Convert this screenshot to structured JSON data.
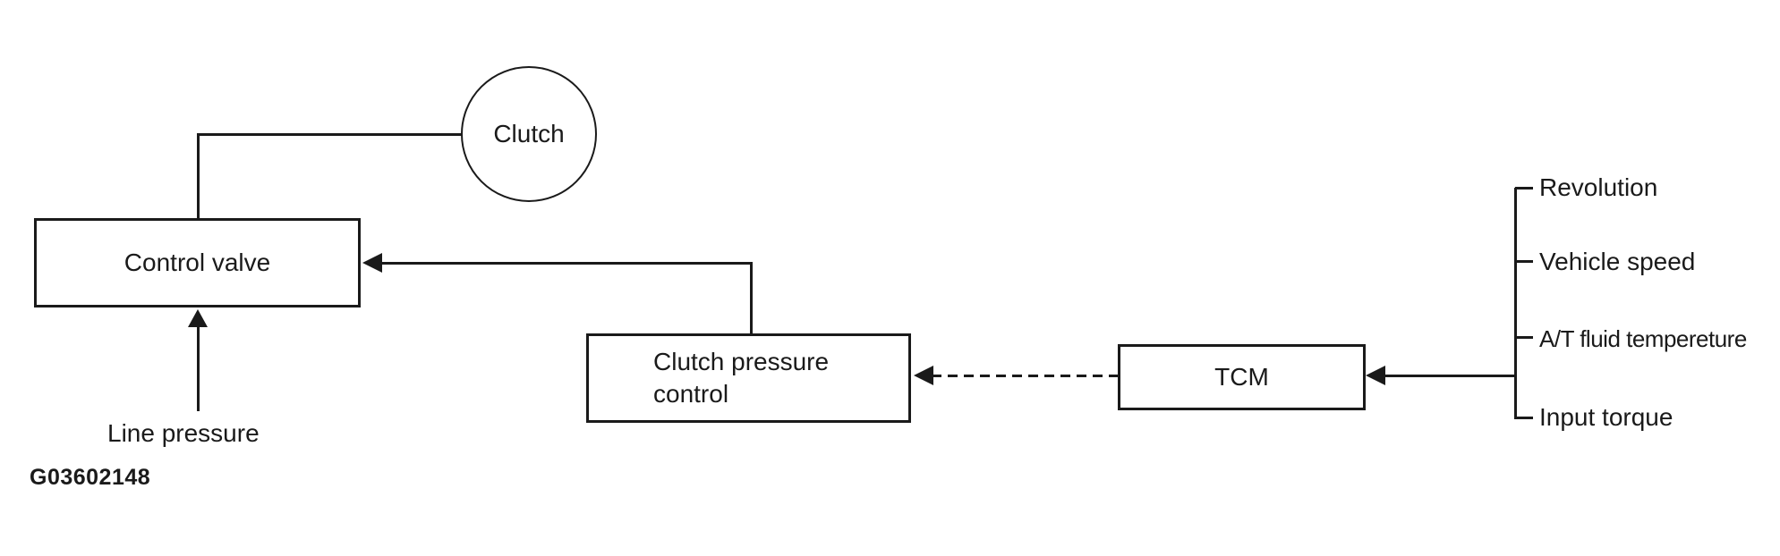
{
  "figure": {
    "code": "G03602148",
    "colors": {
      "ink": "#1a1a1a",
      "background": "#ffffff"
    },
    "nodes": {
      "clutch": {
        "label": "Clutch",
        "shape": "circle"
      },
      "control_valve": {
        "label": "Control valve",
        "shape": "rect"
      },
      "clutch_pressure_control": {
        "shape": "rect",
        "lines": [
          "Clutch pressure",
          "control"
        ]
      },
      "tcm": {
        "label": "TCM",
        "shape": "rect"
      }
    },
    "annotations": {
      "line_pressure": "Line pressure"
    },
    "tcm_inputs": [
      "Revolution",
      "Vehicle speed",
      "A/T fluid tempereture",
      "Input torque"
    ],
    "connections": [
      {
        "from": "clutch",
        "to": "control_valve",
        "style": "solid",
        "arrow": "none"
      },
      {
        "from": "clutch_pressure_control",
        "to": "control_valve",
        "style": "solid",
        "arrow": "into-control-valve"
      },
      {
        "from": "tcm",
        "to": "clutch_pressure_control",
        "style": "dashed",
        "arrow": "into-clutch-pressure-control"
      },
      {
        "from": "tcm_inputs",
        "to": "tcm",
        "style": "solid",
        "arrow": "into-tcm"
      },
      {
        "from": "line_pressure",
        "to": "control_valve",
        "style": "solid",
        "arrow": "into-control-valve-bottom"
      }
    ]
  }
}
